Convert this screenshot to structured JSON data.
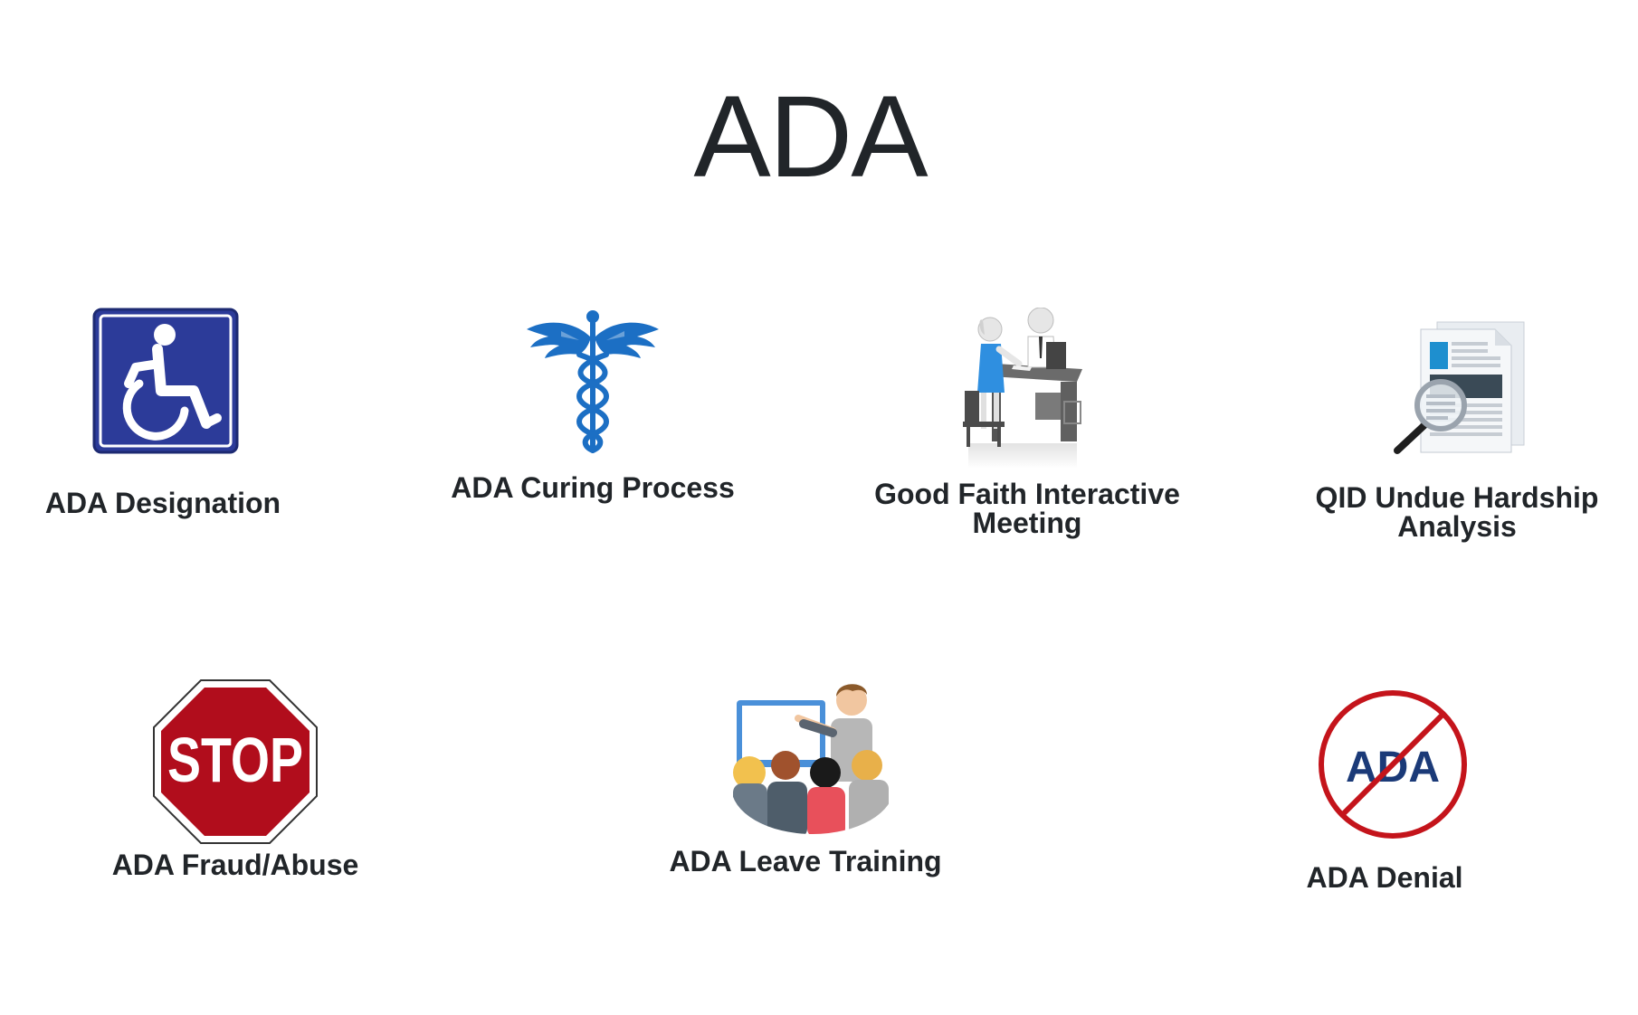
{
  "page": {
    "title": "ADA"
  },
  "tiles": [
    {
      "label": "ADA Designation",
      "icon": "wheelchair-icon",
      "color": "#2c3b99"
    },
    {
      "label": "ADA Curing Process",
      "icon": "caduceus-icon",
      "color": "#1c6fc4"
    },
    {
      "label": "Good Faith Interactive Meeting",
      "icon": "interactive-meeting-icon",
      "color": "#2f8fe0"
    },
    {
      "label": "QID Undue Hardship Analysis",
      "icon": "document-magnifier-icon",
      "color": "#1e8fcf"
    },
    {
      "label": "ADA Fraud/Abuse",
      "icon": "stop-sign-icon",
      "color": "#b10d1c"
    },
    {
      "label": "ADA Leave Training",
      "icon": "training-presentation-icon",
      "color": "#4a90d9"
    },
    {
      "label": "ADA Denial",
      "icon": "no-ada-icon",
      "color": "#c4141b"
    }
  ],
  "icons": {
    "stop_text": "STOP",
    "ada_text": "ADA"
  }
}
